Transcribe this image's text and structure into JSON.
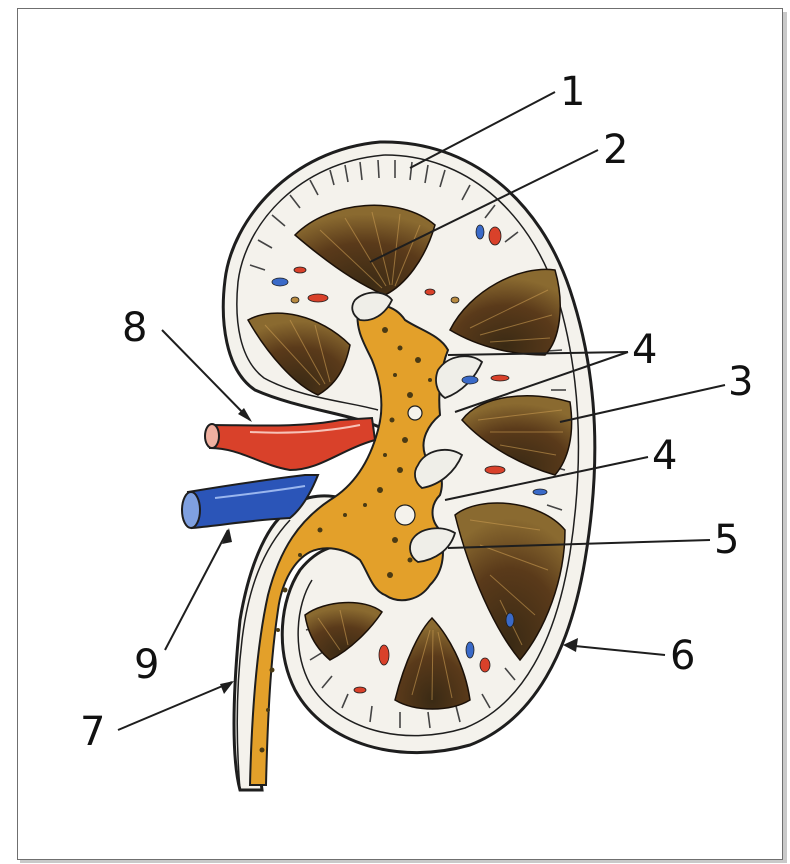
{
  "labels": {
    "l1": "1",
    "l2": "2",
    "l3": "3",
    "l4a": "4",
    "l4b": "4",
    "l5": "5",
    "l6": "6",
    "l7": "7",
    "l8": "8",
    "l9": "9"
  },
  "colors": {
    "artery": "#d9412a",
    "vein": "#2b55b8",
    "pelvis": "#e09a1e",
    "pyramid": "#2a1a10",
    "outline": "#1e1e1e",
    "frame": "#6f6f6f"
  }
}
